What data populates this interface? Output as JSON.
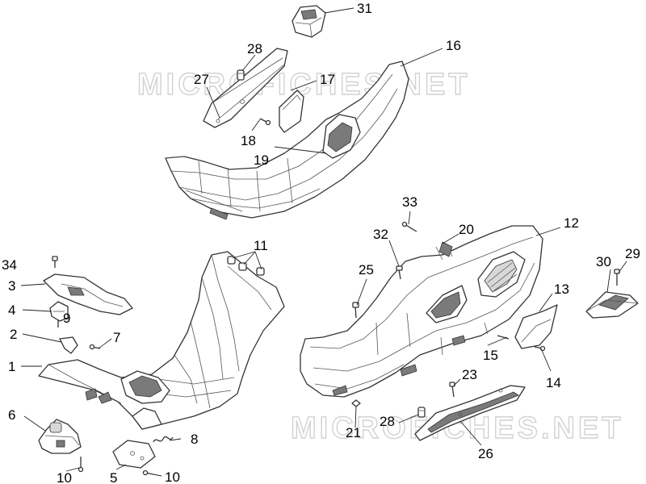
{
  "watermark": {
    "top": "MICROFICHES.NET",
    "bottom": "MICROFICHES.NET"
  },
  "callouts": [
    {
      "id": "c31a",
      "label": "31"
    },
    {
      "id": "c28a",
      "label": "28"
    },
    {
      "id": "c27",
      "label": "27"
    },
    {
      "id": "c17",
      "label": "17"
    },
    {
      "id": "c16",
      "label": "16"
    },
    {
      "id": "c18",
      "label": "18"
    },
    {
      "id": "c19",
      "label": "19"
    },
    {
      "id": "c33",
      "label": "33"
    },
    {
      "id": "c20",
      "label": "20"
    },
    {
      "id": "c12",
      "label": "12"
    },
    {
      "id": "c32",
      "label": "32"
    },
    {
      "id": "c11",
      "label": "11"
    },
    {
      "id": "c34",
      "label": "34"
    },
    {
      "id": "c3",
      "label": "3"
    },
    {
      "id": "c4",
      "label": "4"
    },
    {
      "id": "c9",
      "label": "9"
    },
    {
      "id": "c2",
      "label": "2"
    },
    {
      "id": "c7",
      "label": "7"
    },
    {
      "id": "c1",
      "label": "1"
    },
    {
      "id": "c25",
      "label": "25"
    },
    {
      "id": "c30",
      "label": "30"
    },
    {
      "id": "c29",
      "label": "29"
    },
    {
      "id": "c13",
      "label": "13"
    },
    {
      "id": "c15",
      "label": "15"
    },
    {
      "id": "c14",
      "label": "14"
    },
    {
      "id": "c23",
      "label": "23"
    },
    {
      "id": "c6",
      "label": "6"
    },
    {
      "id": "c8",
      "label": "8"
    },
    {
      "id": "c21",
      "label": "21"
    },
    {
      "id": "c28b",
      "label": "28"
    },
    {
      "id": "c26",
      "label": "26"
    },
    {
      "id": "c10a",
      "label": "10"
    },
    {
      "id": "c5",
      "label": "5"
    },
    {
      "id": "c10b",
      "label": "10"
    }
  ]
}
